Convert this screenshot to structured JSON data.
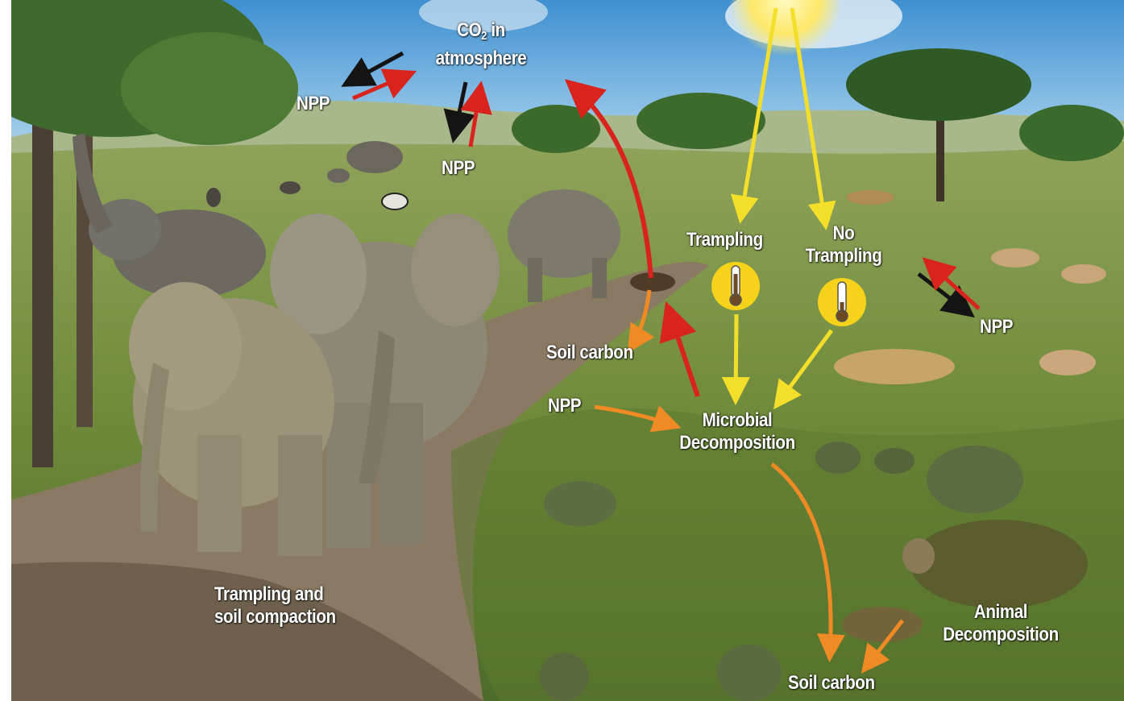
{
  "labels": {
    "co2_line1": "CO",
    "co2_sub": "2",
    "co2_line1_rest": " in",
    "co2_line2": "atmosphere",
    "npp_top_left": "NPP",
    "npp_mid": "NPP",
    "npp_right": "NPP",
    "npp_left_micro": "NPP",
    "trampling": "Trampling",
    "no_trampling_1": "No",
    "no_trampling_2": "Trampling",
    "soil_carbon_mid": "Soil carbon",
    "microbial_1": "Microbial",
    "microbial_2": "Decomposition",
    "animal_1": "Animal",
    "animal_2": "Decomposition",
    "soil_carbon_bottom": "Soil carbon",
    "trampling_compaction_1": "Trampling and",
    "trampling_compaction_2": "soil compaction"
  },
  "colors": {
    "arrow_red": "#d8241c",
    "arrow_black": "#141414",
    "arrow_yellow": "#f3df2a",
    "arrow_orange": "#f08a24",
    "thermometer_fill": "#f6d21a"
  }
}
